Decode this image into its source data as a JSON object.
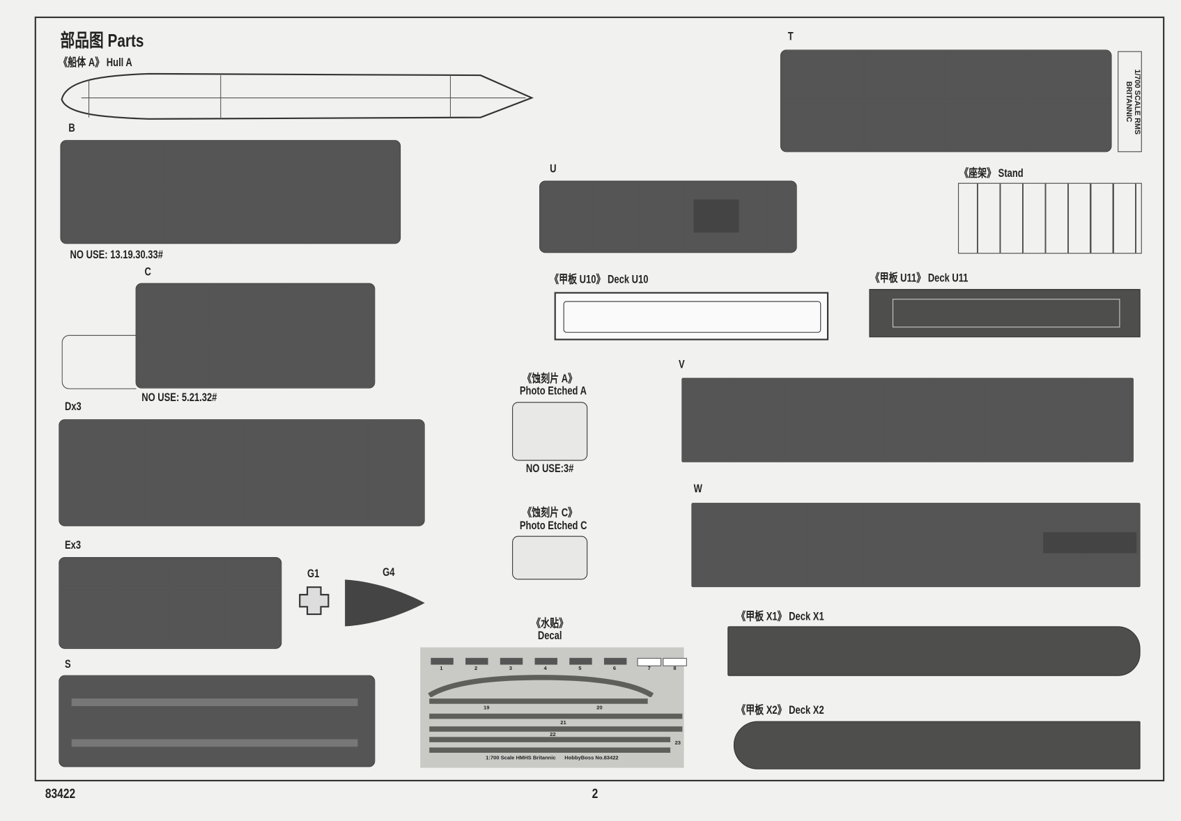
{
  "page": {
    "title_cn": "部品图",
    "title_en": "Parts",
    "page_number": "2",
    "kit_number": "83422"
  },
  "parts": {
    "hull_a": "《船体 A》 Hull A",
    "b": "B",
    "b_note": "NO USE: 13.19.30.33#",
    "c": "C",
    "c_note": "NO USE: 5.21.32#",
    "d": "Dx3",
    "e": "Ex3",
    "g1": "G1",
    "g4": "G4",
    "s": "S",
    "t": "T",
    "t_plate": "1/700 SCALE RMS BRITANNIC",
    "u": "U",
    "stand": "《座架》 Stand",
    "deck_u10": "《甲板 U10》 Deck U10",
    "deck_u11": "《甲板 U11》 Deck U11",
    "pe_a_cn": "《蚀刻片 A》",
    "pe_a_en": "Photo Etched A",
    "pe_a_note": "NO USE:3#",
    "pe_c_cn": "《蚀刻片 C》",
    "pe_c_en": "Photo Etched C",
    "v": "V",
    "w": "W",
    "deck_x1": "《甲板 X1》 Deck X1",
    "deck_x2": "《甲板 X2》 Deck X2",
    "decal_cn": "《水贴》",
    "decal_en": "Decal",
    "decal_caption": "1:700 Scale HMHS Britannic      HobbyBoss No.83422",
    "decal_numbers": [
      "1",
      "2",
      "3",
      "4",
      "5",
      "6",
      "7",
      "8",
      "19",
      "20",
      "21",
      "22",
      "23"
    ]
  }
}
